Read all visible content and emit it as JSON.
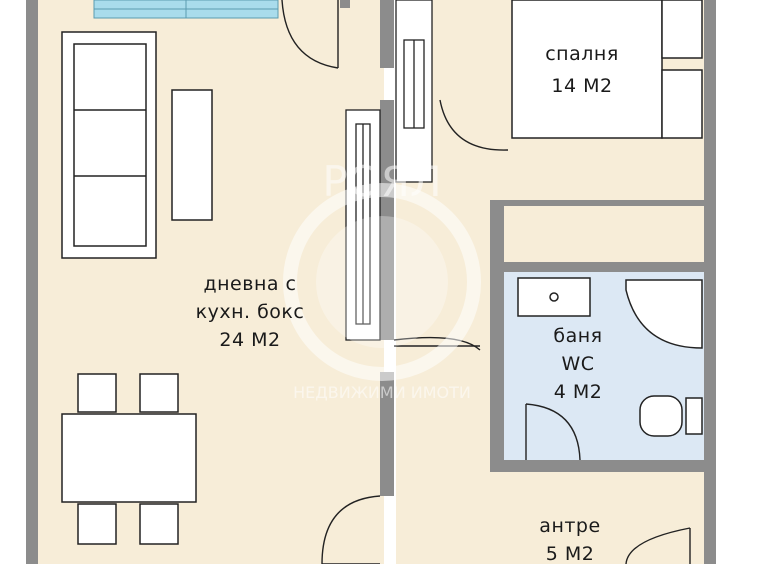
{
  "rooms": {
    "bedroom": {
      "name": "спалня",
      "area": "14 M2"
    },
    "living": {
      "line1": "дневна с",
      "line2": "кухн. бокс",
      "area": "24 M2"
    },
    "bath": {
      "line1": "баня",
      "line2": "WC",
      "area": "4 M2"
    },
    "hall": {
      "name": "антре",
      "area": "5 M2"
    }
  },
  "watermark": {
    "brand": "РОЯЛ",
    "subtitle": "НЕДВИЖИМИ ИМОТИ"
  },
  "colors": {
    "wall": "#8c8c8c",
    "living_floor": "#f7edd8",
    "hall_floor": "#f7edd8",
    "bedroom_floor": "#f7edd8",
    "bath_floor": "#dce8f4",
    "window": "#a9dcec",
    "furniture_stroke": "#222222"
  }
}
